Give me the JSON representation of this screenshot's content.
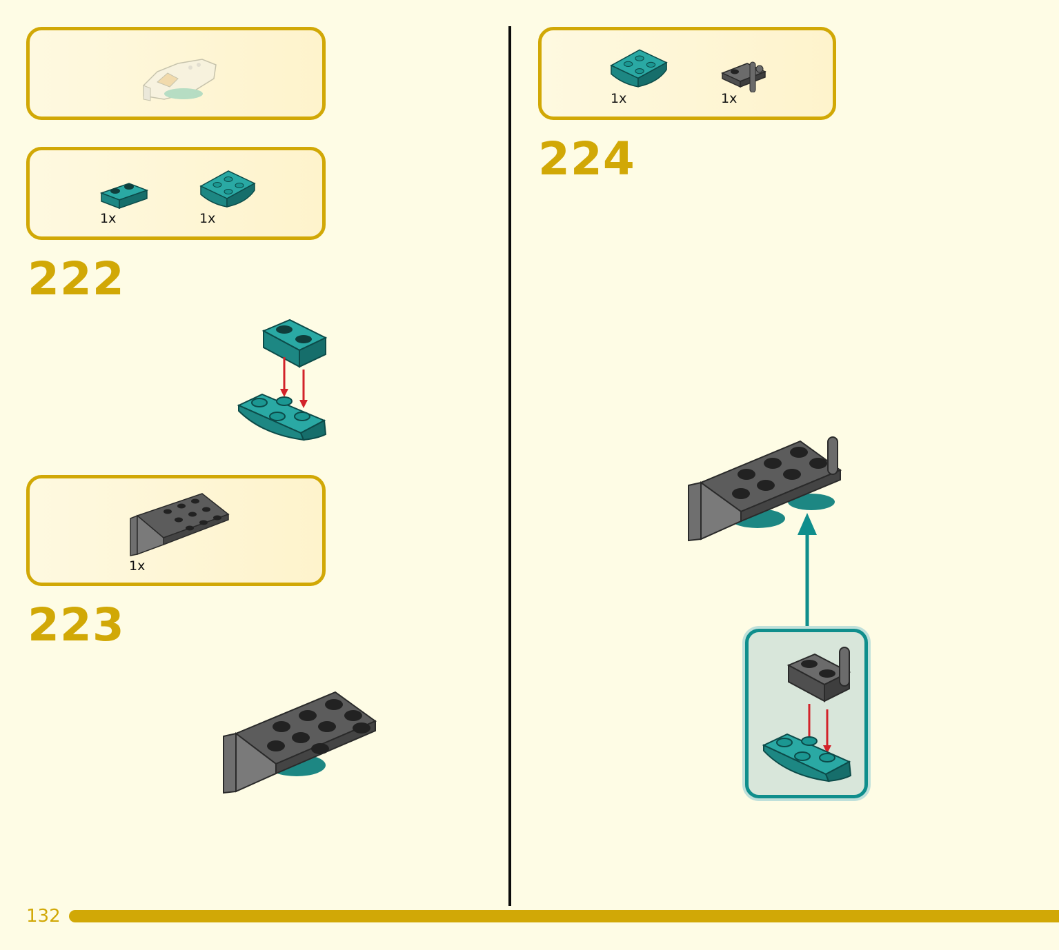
{
  "page": {
    "number": "132"
  },
  "colors": {
    "accent": "#D1A806",
    "teal": "#1F9E9A",
    "gray": "#6B6B6B",
    "arrow_red": "#D2232A",
    "callout_teal": "#0F8E8C"
  },
  "steps": [
    {
      "number": "222",
      "parts": [
        {
          "qty": "1x",
          "part": "teal-plate-1x2-icon"
        },
        {
          "qty": "1x",
          "part": "teal-curved-plate-icon"
        }
      ]
    },
    {
      "number": "223",
      "parts": [
        {
          "qty": "1x",
          "part": "dark-gray-hinge-plate-icon"
        }
      ]
    },
    {
      "number": "224",
      "parts": [
        {
          "qty": "1x",
          "part": "teal-curved-plate-icon"
        },
        {
          "qty": "1x",
          "part": "dark-gray-clip-plate-icon"
        }
      ]
    }
  ]
}
